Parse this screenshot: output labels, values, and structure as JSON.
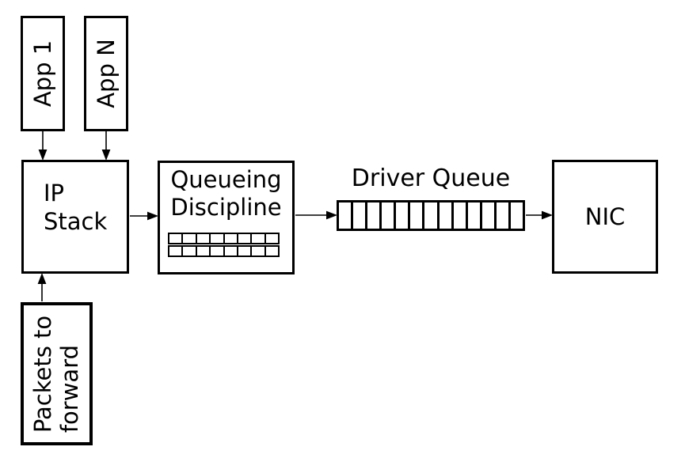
{
  "colors": {
    "stroke": "#000000",
    "background": "#ffffff"
  },
  "nodes": {
    "app1": {
      "label": "App 1"
    },
    "app_n": {
      "label": "App N"
    },
    "ip_stack": {
      "line1": "IP",
      "line2": "Stack"
    },
    "queueing_discipline": {
      "line1": "Queueing",
      "line2": "Discipline",
      "rows": 2,
      "cells_per_row": 8
    },
    "driver_queue": {
      "label": "Driver Queue",
      "cell_count": 13
    },
    "nic": {
      "label": "NIC"
    },
    "packets_to_forward": {
      "line1": "Packets to",
      "line2": "forward"
    }
  }
}
